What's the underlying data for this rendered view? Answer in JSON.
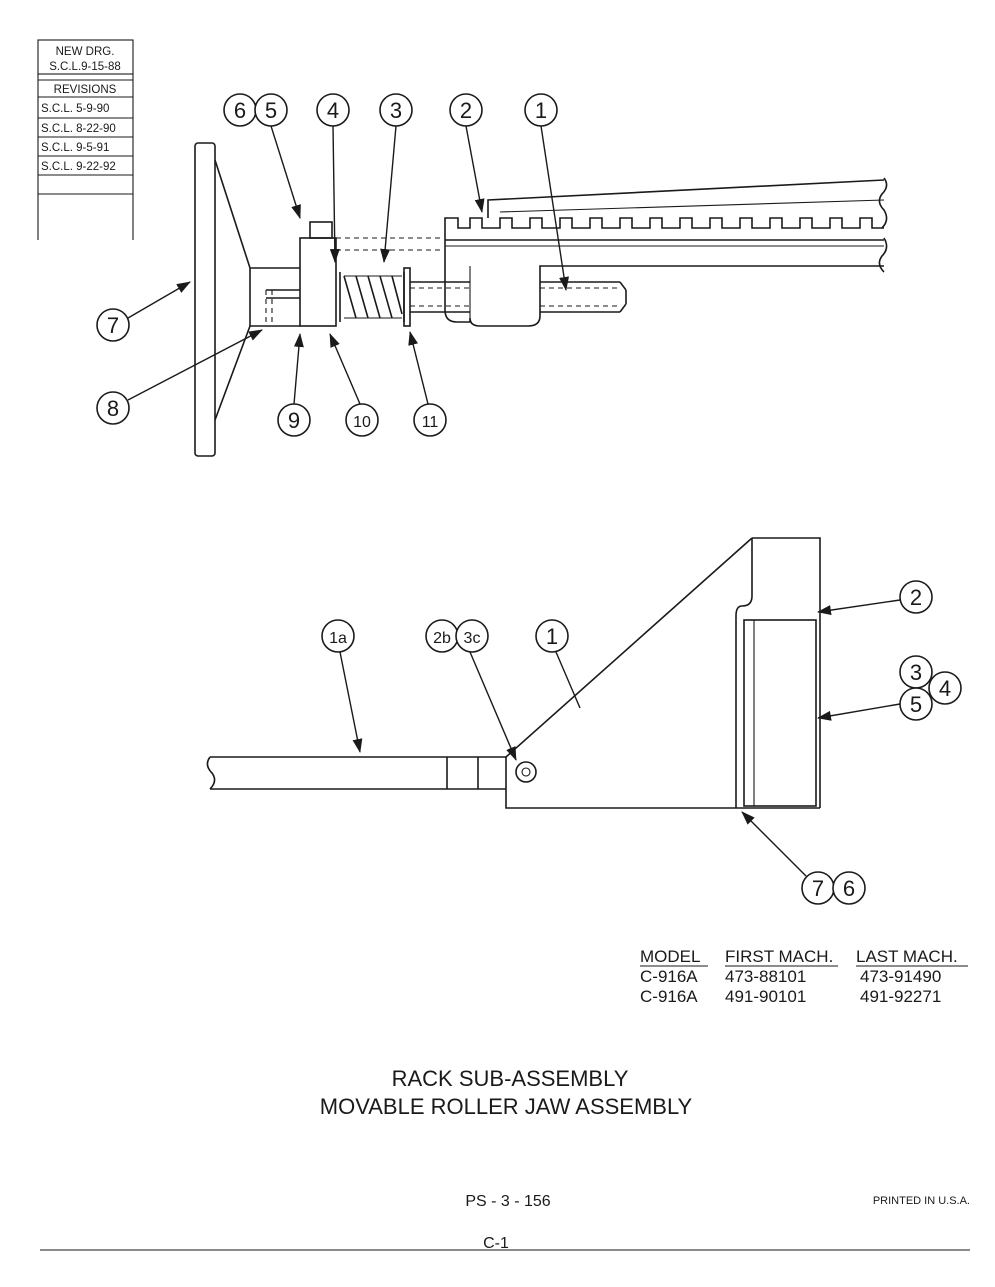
{
  "revision_box": {
    "new_drg_label": "NEW DRG.",
    "new_drg_date": "S.C.L.9-15-88",
    "revisions_label": "REVISIONS",
    "revisions": [
      "S.C.L. 5-9-90",
      "S.C.L. 8-22-90",
      "S.C.L. 9-5-91",
      "S.C.L. 9-22-92"
    ]
  },
  "top_view": {
    "callouts": [
      "6",
      "5",
      "4",
      "3",
      "2",
      "1",
      "7",
      "8",
      "9",
      "10",
      "11"
    ]
  },
  "bottom_view": {
    "callouts": [
      "1a",
      "2b",
      "3c",
      "1",
      "2",
      "3",
      "4",
      "5",
      "7",
      "6"
    ]
  },
  "model_table": {
    "headers": [
      "MODEL",
      "FIRST MACH.",
      "LAST MACH."
    ],
    "rows": [
      [
        "C-916A",
        "473-88101",
        "473-91490"
      ],
      [
        "C-916A",
        "491-90101",
        "491-92271"
      ]
    ]
  },
  "title": {
    "line1": "RACK SUB-ASSEMBLY",
    "line2": "MOVABLE ROLLER JAW ASSEMBLY"
  },
  "footer": {
    "page_code": "PS - 3 - 156",
    "printed": "PRINTED IN U.S.A.",
    "section": "C-1"
  },
  "colors": {
    "ink": "#1a1a1a",
    "paper": "#ffffff"
  }
}
